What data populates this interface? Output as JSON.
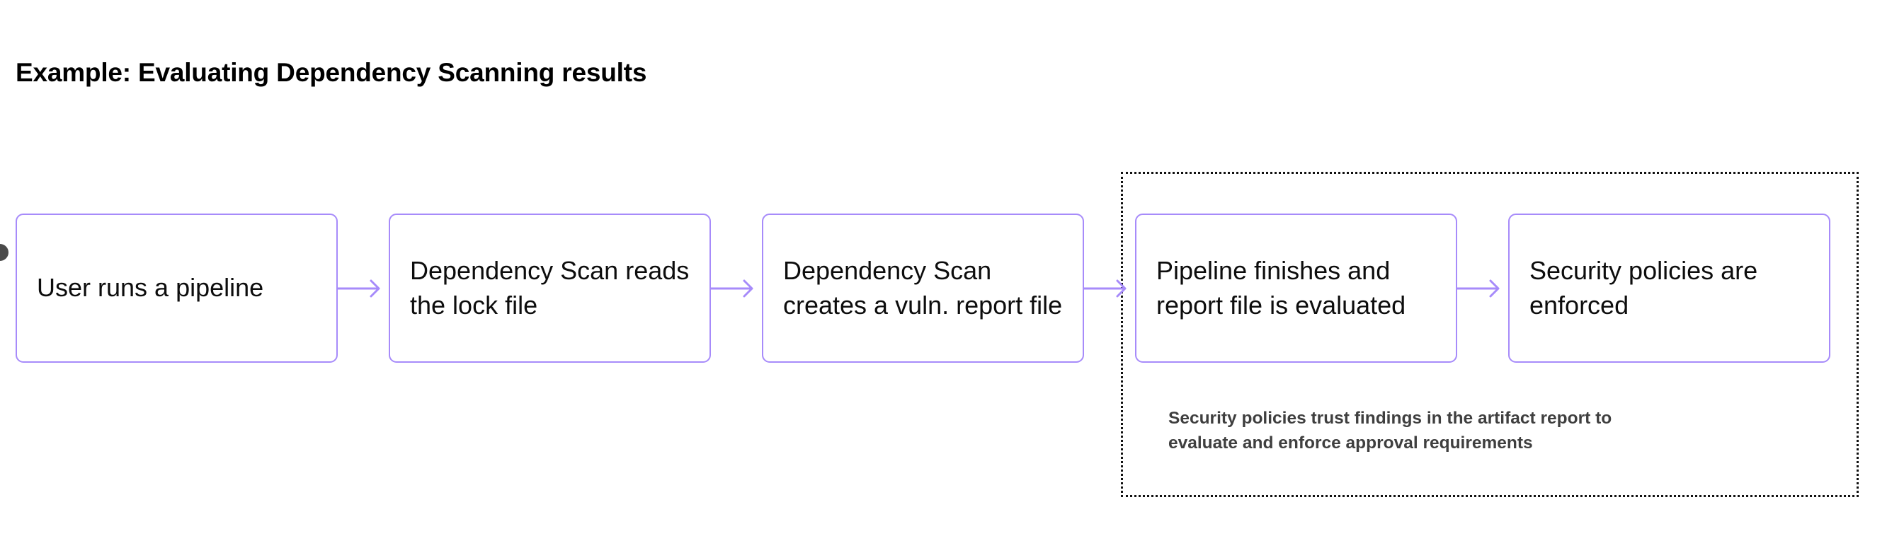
{
  "diagram": {
    "title": "Example: Evaluating Dependency Scanning results",
    "background_color": "#ffffff",
    "node_border_color": "#a78bfa",
    "node_text_color": "#0d0d0d",
    "arrow_color": "#a78bfa",
    "group_border_color": "#111111",
    "caption_color": "#3f3f3f",
    "handle_color": "#4a4a4a",
    "nodes": [
      {
        "id": "node-1",
        "label": "User runs a pipeline"
      },
      {
        "id": "node-2",
        "label": "Dependency Scan reads the lock file"
      },
      {
        "id": "node-3",
        "label": "Dependency Scan creates a vuln. report file"
      },
      {
        "id": "node-4",
        "label": "Pipeline finishes and report file is evaluated"
      },
      {
        "id": "node-5",
        "label": "Security policies are enforced"
      }
    ],
    "connectors": [
      {
        "id": "connector-1",
        "from": "node-1",
        "to": "node-2",
        "icon": "arrow-right-icon"
      },
      {
        "id": "connector-2",
        "from": "node-2",
        "to": "node-3",
        "icon": "arrow-right-icon"
      },
      {
        "id": "connector-3",
        "from": "node-3",
        "to": "node-4",
        "icon": "arrow-right-icon"
      },
      {
        "id": "connector-4",
        "from": "node-4",
        "to": "node-5",
        "icon": "arrow-right-icon"
      }
    ],
    "group": {
      "contains": [
        "node-4",
        "node-5"
      ],
      "border_style": "dotted",
      "caption_line_1": "Security policies trust findings in the artifact report to",
      "caption_line_2": "evaluate and enforce approval requirements"
    }
  }
}
